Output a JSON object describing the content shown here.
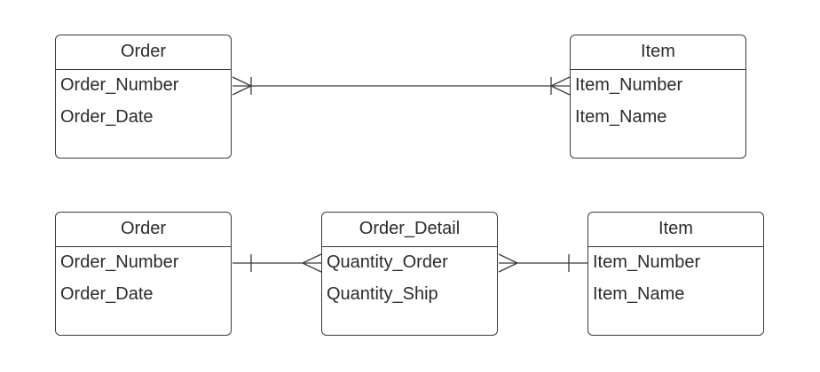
{
  "diagram": {
    "top_relationship": {
      "left_entity": {
        "title": "Order",
        "attributes": [
          "Order_Number",
          "Order_Date"
        ]
      },
      "right_entity": {
        "title": "Item",
        "attributes": [
          "Item_Number",
          "Item_Name"
        ]
      },
      "connector": {
        "left_end": "one-or-many",
        "right_end": "one-or-many"
      }
    },
    "bottom_relationship": {
      "left_entity": {
        "title": "Order",
        "attributes": [
          "Order_Number",
          "Order_Date"
        ]
      },
      "middle_entity": {
        "title": "Order_Detail",
        "attributes": [
          "Quantity_Order",
          "Quantity_Ship"
        ]
      },
      "right_entity": {
        "title": "Item",
        "attributes": [
          "Item_Number",
          "Item_Name"
        ]
      },
      "connectors": [
        {
          "from": "Order",
          "to": "Order_Detail",
          "from_end": "one",
          "to_end": "many"
        },
        {
          "from": "Order_Detail",
          "to": "Item",
          "from_end": "many",
          "to_end": "one"
        }
      ]
    },
    "colors": {
      "line": "#3a3a3a",
      "text": "#2b2b2b",
      "background": "#ffffff"
    }
  }
}
